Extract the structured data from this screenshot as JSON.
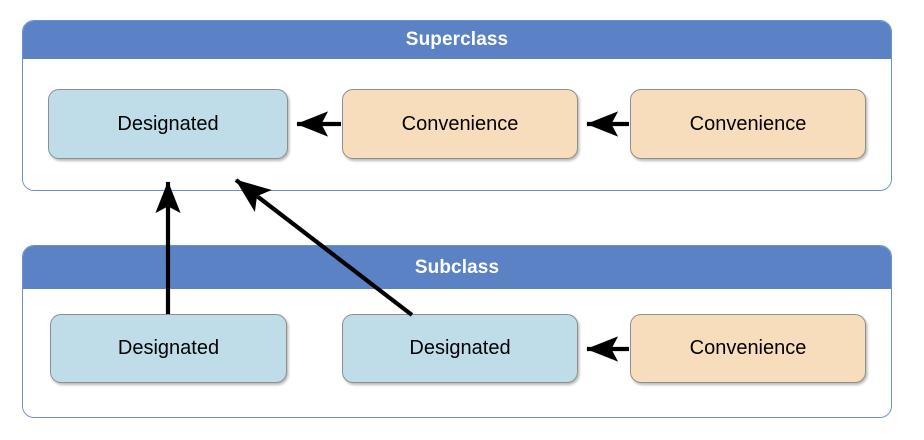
{
  "diagram": {
    "title_hidden": "",
    "colors": {
      "header_blue": "#5b82c4",
      "panel_border": "#6b90cf",
      "designated_fill": "#bedde9",
      "convenience_fill": "#f8ddbc",
      "node_border": "#8e8e8e",
      "arrow": "#000000",
      "background": "#ffffff",
      "header_text": "#ffffff",
      "node_text": "#000000"
    },
    "groups": [
      {
        "id": "superclass",
        "label": "Superclass",
        "nodes": [
          {
            "id": "super-designated",
            "label": "Designated",
            "kind": "designated"
          },
          {
            "id": "super-convenience-1",
            "label": "Convenience",
            "kind": "convenience"
          },
          {
            "id": "super-convenience-2",
            "label": "Convenience",
            "kind": "convenience"
          }
        ]
      },
      {
        "id": "subclass",
        "label": "Subclass",
        "nodes": [
          {
            "id": "sub-designated-1",
            "label": "Designated",
            "kind": "designated"
          },
          {
            "id": "sub-designated-2",
            "label": "Designated",
            "kind": "designated"
          },
          {
            "id": "sub-convenience-1",
            "label": "Convenience",
            "kind": "convenience"
          }
        ]
      }
    ],
    "arrows": [
      {
        "id": "arrow-super-conv1-to-designated",
        "from": "super-convenience-1",
        "to": "super-designated"
      },
      {
        "id": "arrow-super-conv2-to-conv1",
        "from": "super-convenience-2",
        "to": "super-convenience-1"
      },
      {
        "id": "arrow-sub-designated1-to-super-designated",
        "from": "sub-designated-1",
        "to": "super-designated"
      },
      {
        "id": "arrow-sub-designated2-to-super-designated",
        "from": "sub-designated-2",
        "to": "super-designated"
      },
      {
        "id": "arrow-sub-conv1-to-sub-designated2",
        "from": "sub-convenience-1",
        "to": "sub-designated-2"
      }
    ]
  }
}
